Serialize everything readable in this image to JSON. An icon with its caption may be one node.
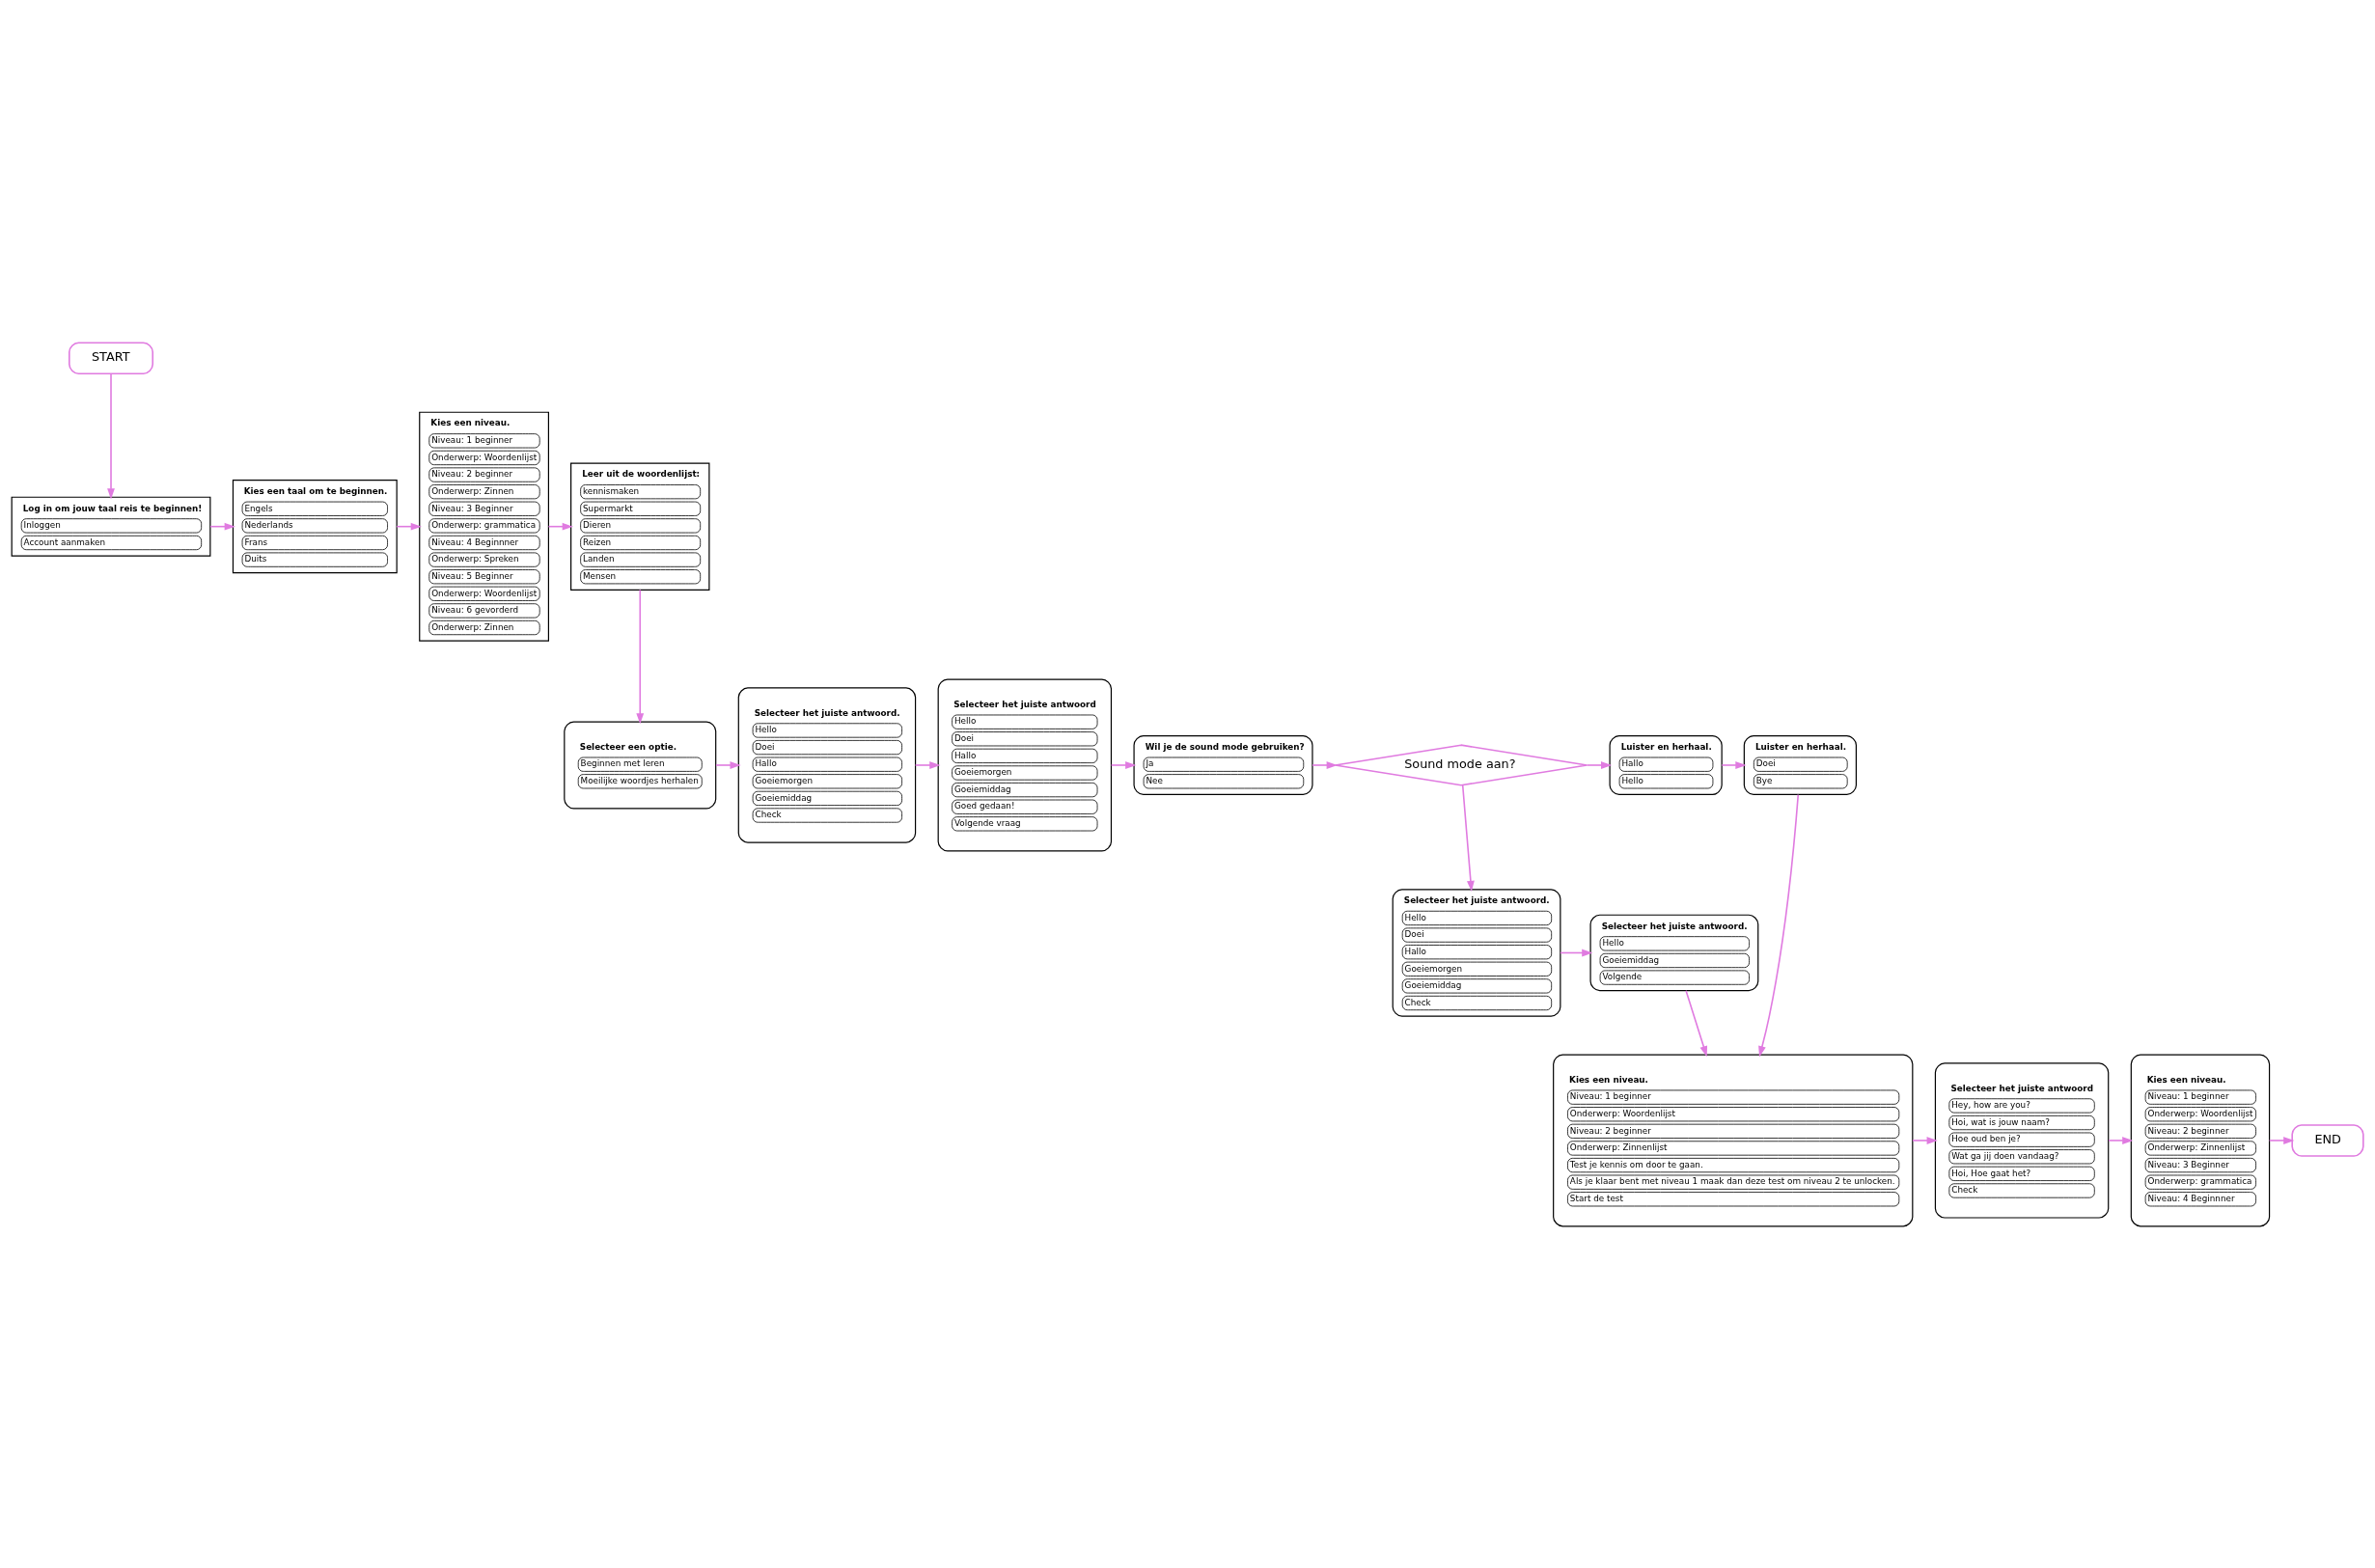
{
  "diagram": {
    "nodes": [
      {
        "text": [
          "START"
        ]
      },
      {
        "text": [
          "Log in om jouw taal reis te beginnen!",
          "Inloggen",
          "Account aanmaken"
        ]
      },
      {
        "text": [
          "Kies een taal om te beginnen.",
          "Engels",
          "Nederlands",
          "Frans",
          "Duits"
        ]
      },
      {
        "text": [
          "Kies een niveau.",
          "Niveau: 1 beginner",
          "Onderwerp: Woordenlijst",
          "Niveau: 2 beginner",
          "Onderwerp: Zinnen",
          "Niveau: 3 Beginner",
          "Onderwerp: grammatica",
          "Niveau: 4 Beginnner",
          "Onderwerp: Spreken",
          "Niveau: 5 Beginner",
          "Onderwerp: Woordenlijst",
          "Niveau: 6 gevorderd",
          "Onderwerp: Zinnen"
        ]
      },
      {
        "text": [
          "Leer uit de woordenlijst:",
          "kennismaken",
          "Supermarkt",
          "Dieren",
          "Reizen",
          "Landen",
          "Mensen"
        ]
      },
      {
        "text": [
          "Selecteer een optie.",
          "Beginnen met leren",
          "Moeilijke woordjes herhalen"
        ]
      },
      {
        "text": [
          "Selecteer het juiste antwoord.",
          "Hello",
          "Doei",
          "Hallo",
          "Goeiemorgen",
          "Goeiemiddag",
          "Check"
        ]
      },
      {
        "text": [
          "Selecteer het juiste antwoord",
          "Hello",
          "Doei",
          "Hallo",
          "Goeiemorgen",
          "Goeiemiddag",
          "Goed gedaan!",
          "Volgende vraag"
        ]
      },
      {
        "text": [
          "Wil je de sound mode gebruiken?",
          "Ja",
          "Nee"
        ]
      },
      {
        "text": [
          "Sound mode aan?"
        ]
      },
      {
        "text": [
          "Luister en herhaal.",
          "Hallo",
          "Hello"
        ]
      },
      {
        "text": [
          "Luister en herhaal.",
          "Doei",
          "Bye"
        ]
      },
      {
        "text": [
          "Selecteer het juiste antwoord.",
          "Hello",
          "Doei",
          "Hallo",
          "Goeiemorgen",
          "Goeiemiddag",
          "Check"
        ]
      },
      {
        "text": [
          "Selecteer het juiste antwoord.",
          "Hello",
          "Goeiemiddag",
          "Volgende"
        ]
      },
      {
        "text": [
          "Kies een niveau.",
          "Niveau: 1 beginner",
          "Onderwerp: Woordenlijst",
          "Niveau: 2 beginner",
          "Onderwerp: Zinnenlijst",
          "Test je kennis om door te gaan.",
          "Als je klaar bent met niveau 1 maak dan deze test om niveau 2 te unlocken.",
          "Start de test"
        ]
      },
      {
        "text": [
          "Selecteer het juiste antwoord",
          "Hey, how are you?",
          "Hoi, wat is jouw naam?",
          "Hoe oud ben je?",
          "Wat ga jij doen vandaag?",
          "Hoi, Hoe gaat het?",
          "Check"
        ]
      },
      {
        "text": [
          "Kies een niveau.",
          "Niveau: 1 beginner",
          "Onderwerp: Woordenlijst",
          "Niveau: 2 beginner",
          "Onderwerp: Zinnenlijst",
          "Niveau: 3 Beginner",
          "Onderwerp: grammatica",
          "Niveau: 4 Beginnner"
        ]
      },
      {
        "text": [
          "END"
        ]
      }
    ],
    "edges": [
      {
        "from": 0,
        "to": 1,
        "arrow": "to"
      },
      {
        "from": 1,
        "to": 2,
        "arrow": "to"
      },
      {
        "from": 2,
        "to": 3,
        "arrow": "to"
      },
      {
        "from": 3,
        "to": 4,
        "arrow": "to"
      },
      {
        "from": 4,
        "to": 5,
        "arrow": "to"
      },
      {
        "from": 5,
        "to": 6,
        "arrow": "to"
      },
      {
        "from": 6,
        "to": 7,
        "arrow": "to"
      },
      {
        "from": 7,
        "to": 8,
        "arrow": "to"
      },
      {
        "from": 8,
        "to": 9,
        "arrow": "to"
      },
      {
        "from": 9,
        "to": 10,
        "arrow": "to"
      },
      {
        "from": 10,
        "to": 11,
        "arrow": "to"
      },
      {
        "from": 9,
        "to": 12,
        "arrow": "to"
      },
      {
        "from": 12,
        "to": 13,
        "arrow": "to"
      },
      {
        "from": 11,
        "to": 14,
        "arrow": "to"
      },
      {
        "from": 13,
        "to": 14,
        "arrow": "to"
      },
      {
        "from": 14,
        "to": 15,
        "arrow": "to"
      },
      {
        "from": 15,
        "to": 16,
        "arrow": "to"
      },
      {
        "from": 16,
        "to": 17,
        "arrow": "to"
      }
    ]
  }
}
